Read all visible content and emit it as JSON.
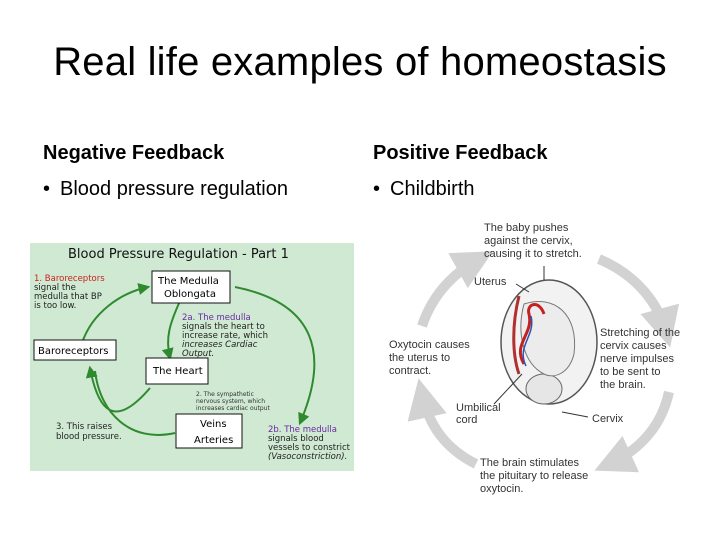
{
  "slide": {
    "title": "Real life examples of homeostasis",
    "negative_heading": "Negative Feedback",
    "positive_heading": "Positive Feedback",
    "negative_bullet": "Blood pressure regulation",
    "positive_bullet": "Childbirth",
    "bullet_char": "•"
  },
  "bp_diagram": {
    "title": "Blood Pressure Regulation - Part 1",
    "step1": [
      "1. Baroreceptors",
      "signal the",
      "medulla that BP",
      "is too low."
    ],
    "medulla_box": [
      "The Medulla",
      "Oblongata"
    ],
    "step2a": [
      "2a. The medulla",
      "signals the heart to",
      "increase rate, which",
      "increases Cardiac",
      "Output."
    ],
    "baroreceptors_box": "Baroreceptors",
    "heart_box": "The Heart",
    "step2b_small": [
      "2. The sympathetic",
      "nervous system, which",
      "increases cardiac output"
    ],
    "step3": [
      "3. This raises",
      "blood pressure."
    ],
    "veins_box": [
      "Veins",
      "Arteries"
    ],
    "step2b": [
      "2b. The medulla",
      "signals blood",
      "vessels to constrict",
      "(Vasoconstriction)."
    ],
    "colors": {
      "background": "#cfe9d3",
      "arrow": "#2f8a2f",
      "red": "#cc1f1f",
      "purple": "#6a2aa0"
    }
  },
  "cb_diagram": {
    "top_label": [
      "The baby pushes",
      "against the cervix,",
      "causing it to stretch."
    ],
    "uterus_label": "Uterus",
    "left_label": [
      "Oxytocin causes",
      "the uterus to",
      "contract."
    ],
    "right_label": [
      "Stretching of the",
      "cervix causes",
      "nerve impulses",
      "to be sent to",
      "the brain."
    ],
    "umbilical_label": [
      "Umbilical",
      "cord"
    ],
    "cervix_label": "Cervix",
    "bottom_label": [
      "The brain stimulates",
      "the pituitary to release",
      "oxytocin."
    ],
    "colors": {
      "arrow": "#d2d2d2",
      "text": "#333333"
    }
  }
}
